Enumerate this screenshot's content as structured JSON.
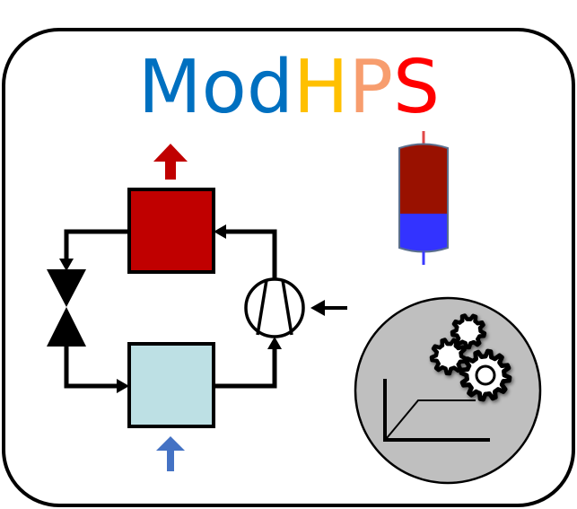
{
  "title": {
    "parts": [
      {
        "text": "Mod",
        "color": "#0070C0"
      },
      {
        "text": "H",
        "color": "#FFC000"
      },
      {
        "text": "P",
        "color": "#F79D6E"
      },
      {
        "text": "S",
        "color": "#FF0000"
      }
    ]
  },
  "colors": {
    "outline": "#000000",
    "condenser": "#C00000",
    "evaporator": "#BDE0E4",
    "heat_out_arrow": "#C00000",
    "heat_in_arrow": "#4472C4",
    "storage_hot": "#991100",
    "storage_cold": "#3333FF",
    "storage_outline": "#5A6F8E",
    "storage_hot_pipe": "#E04848",
    "storage_cold_pipe": "#3A3AFF",
    "simulation_circle": "#BFBFBF"
  },
  "icons": {
    "cycle": "heat-pump-cycle-icon",
    "expansion_valve": "expansion-valve-icon",
    "compressor": "compressor-icon",
    "storage": "thermal-storage-tank-icon",
    "simulation": "simulation-gears-icon"
  }
}
